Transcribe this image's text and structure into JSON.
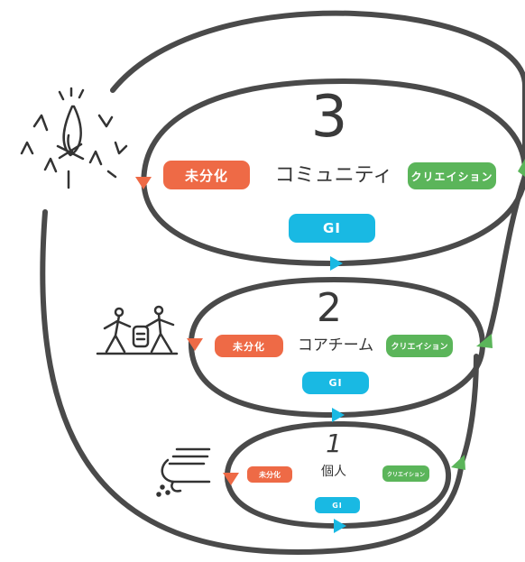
{
  "levels": [
    {
      "number": "3",
      "title": "コミュニティ",
      "left": "未分化",
      "right": "クリエイション",
      "bottom": "GI",
      "icon": "bonfire-icon"
    },
    {
      "number": "2",
      "title": "コアチーム",
      "left": "未分化",
      "right": "クリエイション",
      "bottom": "GI",
      "icon": "team-lantern-icon"
    },
    {
      "number": "1",
      "title": "個人",
      "left": "未分化",
      "right": "クリエイション",
      "bottom": "GI",
      "icon": "hand-seed-icon"
    }
  ],
  "colors": {
    "line": "#4a4a4a",
    "undifferentiated": "#ee6a46",
    "creation": "#5bb55a",
    "gi": "#19b9e3"
  }
}
